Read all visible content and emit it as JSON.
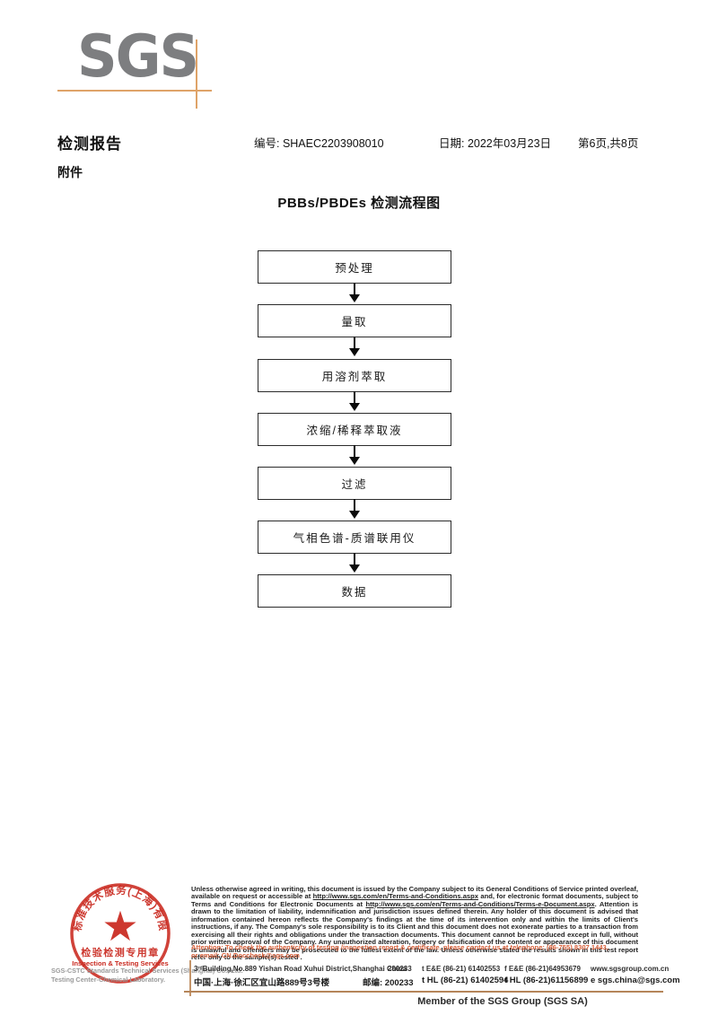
{
  "logo": {
    "text": "SGS"
  },
  "header": {
    "title": "检测报告",
    "number": "编号: SHAEC2203908010",
    "date": "日期: 2022年03月23日",
    "page": "第6页,共8页",
    "attachment": "附件"
  },
  "flowchart": {
    "title": "PBBs/PBDEs 检测流程图",
    "steps": [
      "预处理",
      "量取",
      "用溶剂萃取",
      "浓缩/稀释萃取液",
      "过滤",
      "气相色谱-质谱联用仪",
      "数据"
    ]
  },
  "stamp": {
    "ring_text": "通标标准技术服务(上海)有限公司",
    "star": "★",
    "center_cn": "检验检测专用章",
    "center_en": "Inspection & Testing Services",
    "company_line1": "SGS-CSTC Standards Technical Services (Shanghai) Co., Ltd.",
    "company_line2": "Testing Center-Chemical Laboratory."
  },
  "footer": {
    "disclaimer_p1": "Unless otherwise agreed in writing, this document is issued by the Company subject to its General Conditions of Service printed overleaf, available on request or accessible at ",
    "disclaimer_url1": "http://www.sgs.com/en/Terms-and-Conditions.aspx",
    "disclaimer_p2": " and, for electronic format documents, subject to Terms and Conditions for Electronic Documents at ",
    "disclaimer_url2": "http://www.sgs.com/en/Terms-and-Conditions/Terms-e-Document.aspx",
    "disclaimer_p3": ". Attention is drawn to the limitation of liability, indemnification and jurisdiction issues defined therein. Any holder of this document is advised that information contained hereon reflects the Company's findings at the time of its intervention only and within the limits of Client's instructions, if any. The Company's sole responsibility is to its Client and this document does not exonerate parties to a transaction from exercising all their rights and obligations under the transaction documents. This document cannot be reproduced except in full, without prior written approval of the Company. Any unauthorized alteration, forgery or falsification of the content or appearance of this document is unlawful and offenders may be prosecuted to the fullest extent of the law. Unless otherwise stated the results shown in this test report refer only to the sample(s) tested .",
    "attention_1": "Attention: To check the authenticity of testing /inspection report & certificate, please contact us at telephone: (86-755) 8307 1443,",
    "attention_2": "or email: CN.Doccheck@sgs.com",
    "address": {
      "line1_en": "3ʳᵈBuilding,No.889 Yishan Road Xuhui District,Shanghai China",
      "line1_post": "200233",
      "line2_cn": "中国·上海·徐汇区宜山路889号3号楼",
      "line2_post": "邮编: 200233",
      "tel1": "t E&E (86-21) 61402553",
      "fax1": "f E&E (86-21)64953679",
      "web": "www.sgsgroup.com.cn",
      "tel2": "t HL (86-21) 61402594",
      "fax2": "f HL (86-21)61156899",
      "email": "e sgs.china@sgs.com"
    },
    "member": "Member of the SGS Group (SGS SA)"
  },
  "colors": {
    "accent_tan": "#dfa368",
    "footer_line": "#b5855a",
    "stamp_red": "#c9281e",
    "attention_orange": "#d8603a",
    "logo_gray": "#7d7e80"
  }
}
